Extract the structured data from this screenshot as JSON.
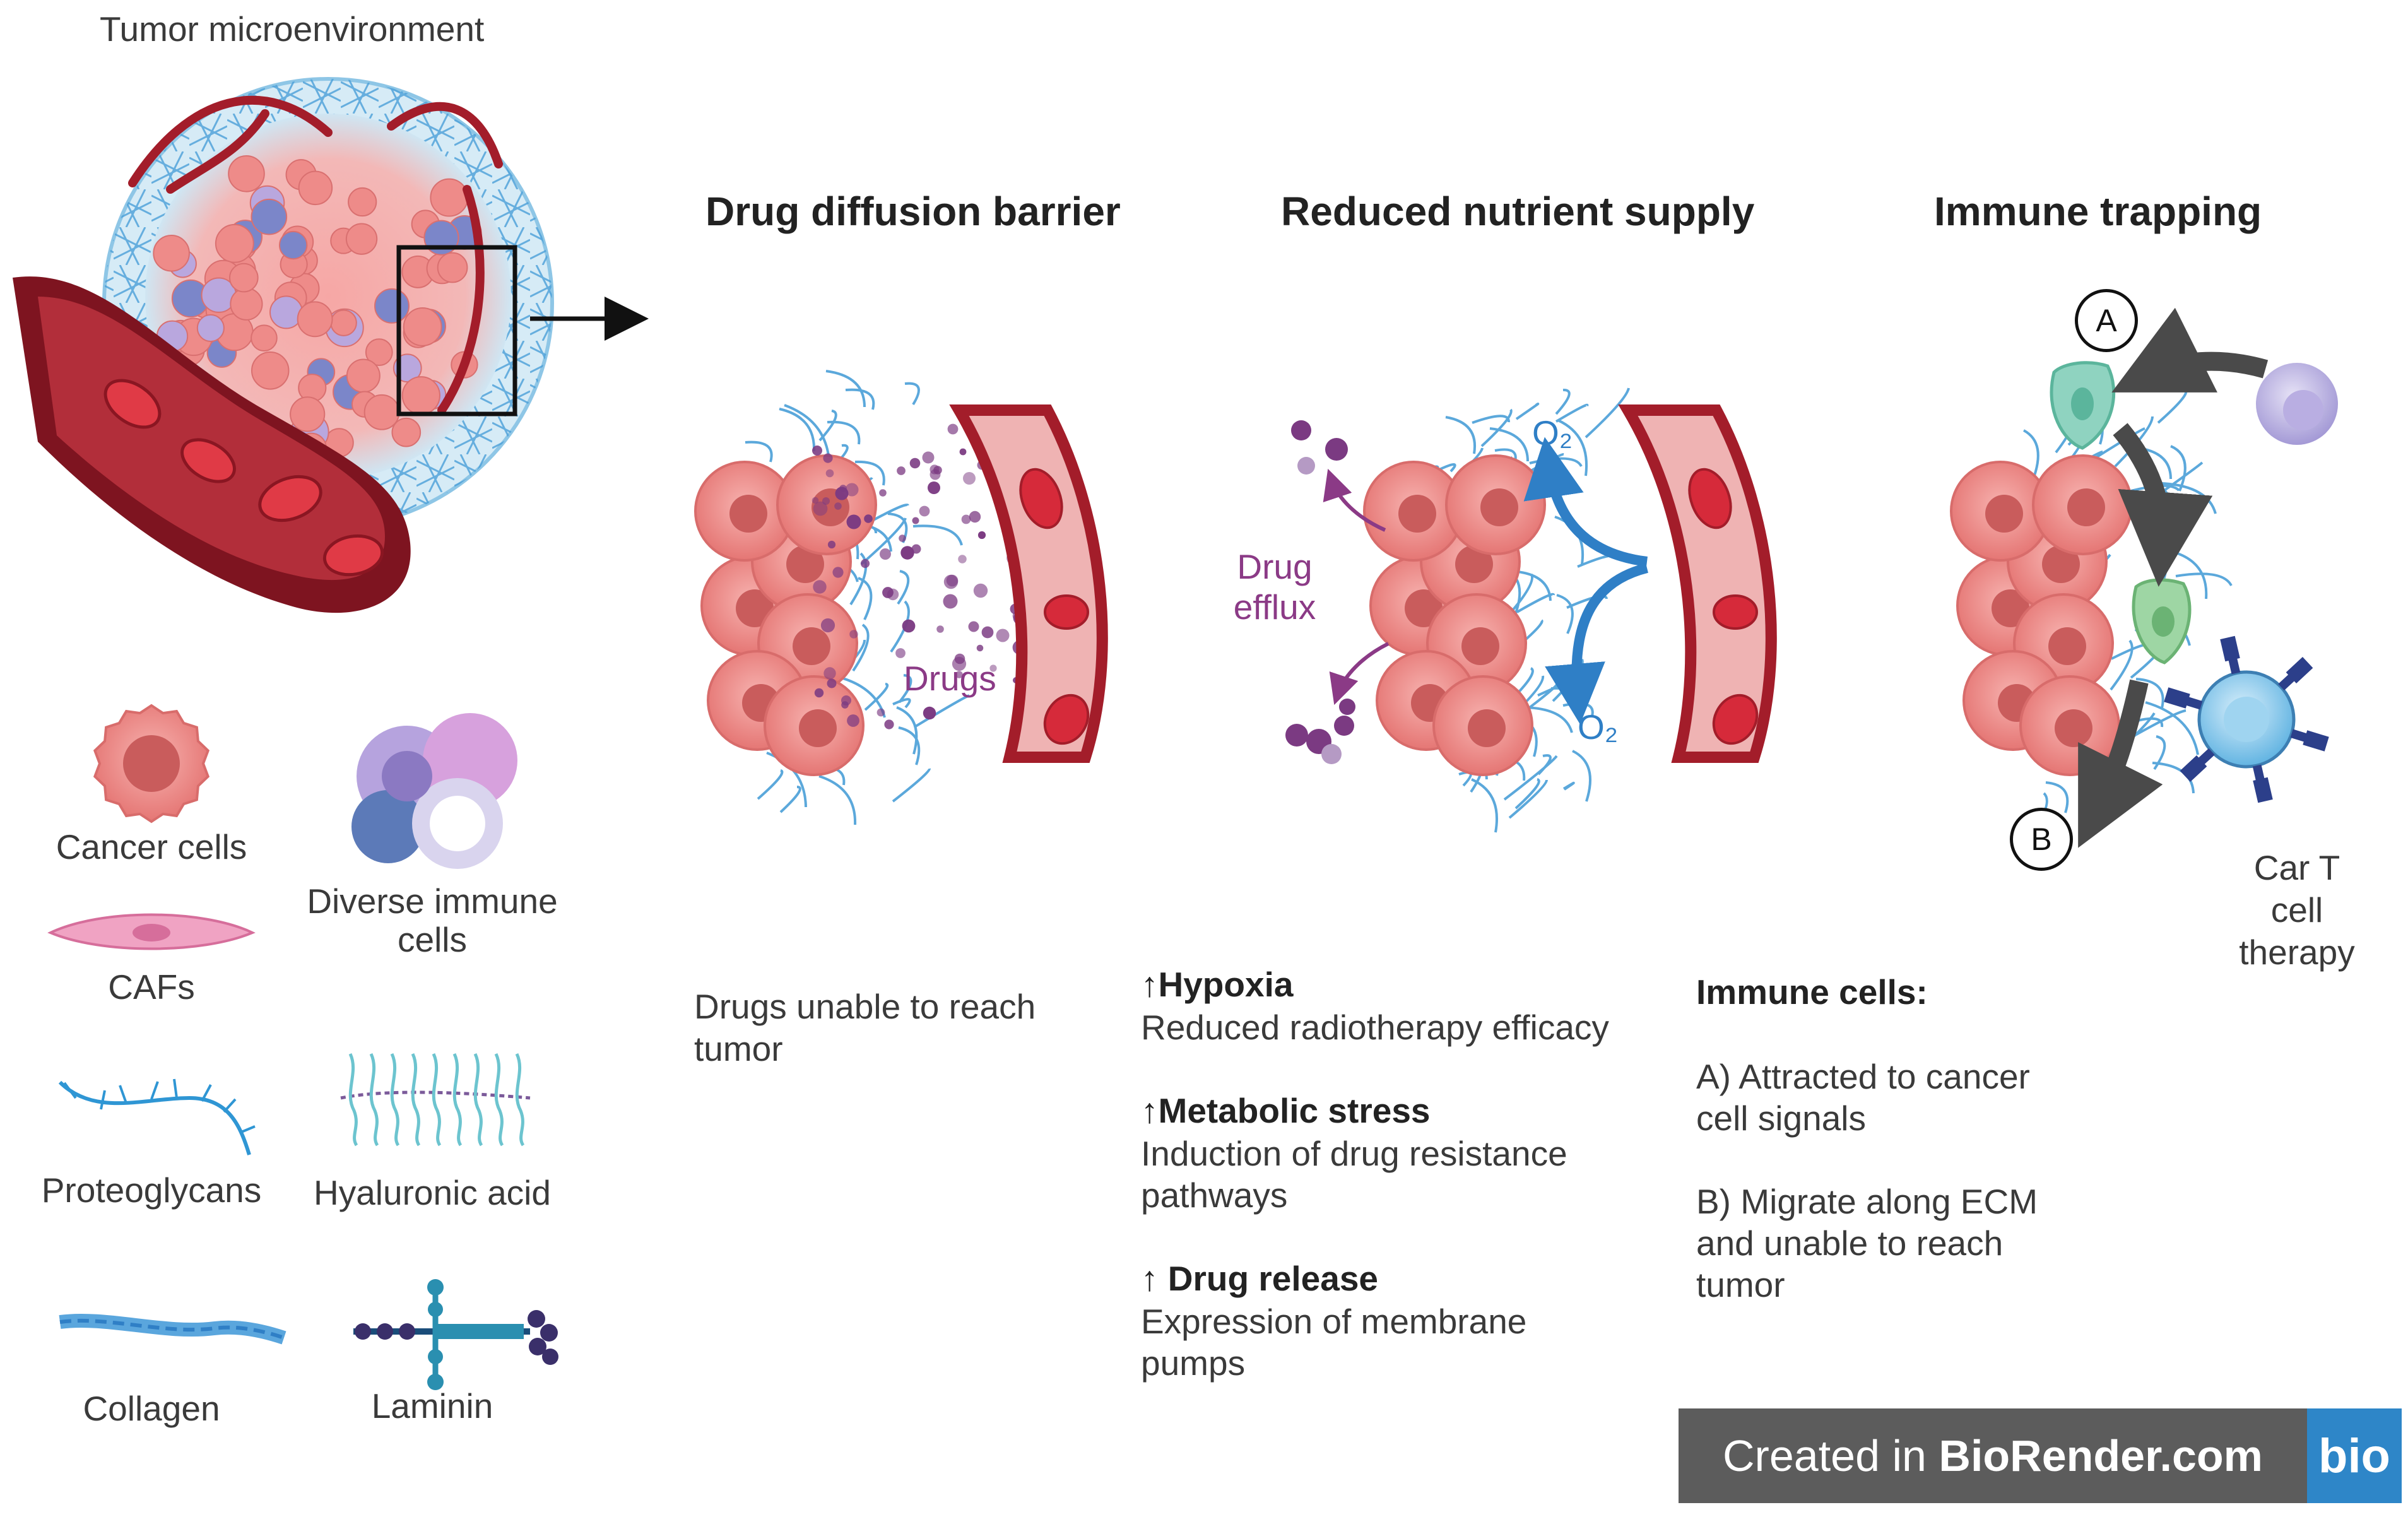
{
  "top_left": {
    "title": "Tumor microenvironment"
  },
  "legend": {
    "cancer_cells": "Cancer cells",
    "immune_line1": "Diverse immune",
    "immune_line2": "cells",
    "cafs": "CAFs",
    "proteoglycans": "Proteoglycans",
    "hyaluronic_acid": "Hyaluronic acid",
    "collagen": "Collagen",
    "laminin": "Laminin"
  },
  "panels": {
    "drug_diffusion": {
      "title": "Drug diffusion barrier",
      "drugs_label": "Drugs",
      "caption_line1": "Drugs unable to reach",
      "caption_line2": "tumor"
    },
    "nutrient_supply": {
      "title": "Reduced nutrient supply",
      "efflux_line1": "Drug",
      "efflux_line2": "efflux",
      "o2_top": "O₂",
      "o2_bottom": "O₂",
      "items": [
        {
          "heading": "↑Hypoxia",
          "line1": "Reduced radiotherapy efficacy",
          "line2": ""
        },
        {
          "heading": "↑Metabolic stress",
          "line1": "Induction of drug resistance",
          "line2": "pathways"
        },
        {
          "heading": "↑ Drug release",
          "line1": "Expression of membrane",
          "line2": "pumps"
        }
      ]
    },
    "immune_trapping": {
      "title": "Immune trapping",
      "label_a": "A",
      "label_b": "B",
      "cart_line1": "Car T",
      "cart_line2": "cell",
      "cart_line3": "therapy",
      "heading": "Immune cells:",
      "a_line1": "A) Attracted to cancer",
      "a_line2": "cell signals",
      "b_line1": "B) Migrate along ECM",
      "b_line2": "and unable to reach",
      "b_line3": "tumor"
    }
  },
  "badge": {
    "prefix": "Created in ",
    "brand": "BioRender.com",
    "logo": "bio"
  },
  "colors": {
    "cancer": "#f08a8a",
    "vessel": "#a31d2a",
    "ecm": "#4a9fd8",
    "drug": "#7b3a82",
    "oxygen": "#2f7fc6",
    "immune": "#8fd3c0"
  }
}
